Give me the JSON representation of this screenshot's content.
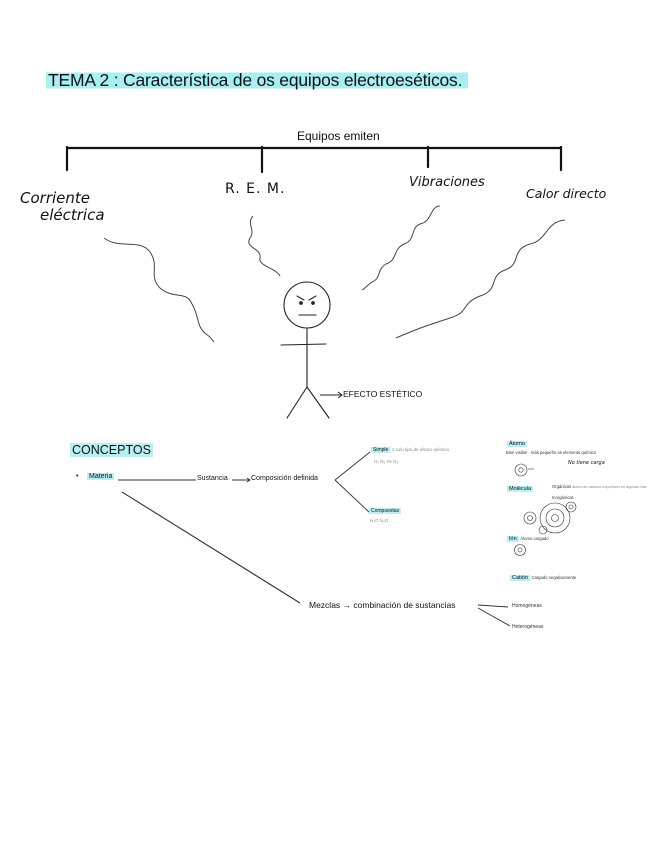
{
  "title": "TEMA 2 : Característica de os equipos electroeséticos.",
  "diagram": {
    "root": "Equipos emiten",
    "branches": [
      "Corriente",
      "eléctrica",
      "R. E. M.",
      "Vibraciones",
      "Calor directo"
    ],
    "effect": "EFECTO ESTÉTICO"
  },
  "concepts": {
    "heading": "CONCEPTOS",
    "bullet": "•",
    "materia": "Materia",
    "sustancia": "Sustancia",
    "composicion": "Composición definida",
    "simple_label": "Simple",
    "simple_desc": "1 solo tipo de efecto químico",
    "simple_examples": "H₂  N₂  Fe  O₂",
    "compuestas_label": "Compuestas",
    "compuestas_examples": "H₂O  N₂O",
    "mezclas": "Mezclas → combinación de sustancias",
    "homogeneas": "Homogéneas",
    "heterogeneas": "Heterogéneas"
  },
  "side_notes": {
    "atomo_label": "Átomo",
    "atomo_desc": "Bien visible · más pequeño es elemento químico",
    "no_tiene_carga": "No tiene carga",
    "molecula_label": "Molécula",
    "organicas": "Orgánicas",
    "organicas_desc": "átomo de carbono mayoritario en algunas más",
    "inorganicas": "Inorgánicas",
    "ion_label": "Ión",
    "ion_desc": "Átomo cargado",
    "cation_label": "Catión",
    "cation_desc": "Cargado negativamente"
  }
}
